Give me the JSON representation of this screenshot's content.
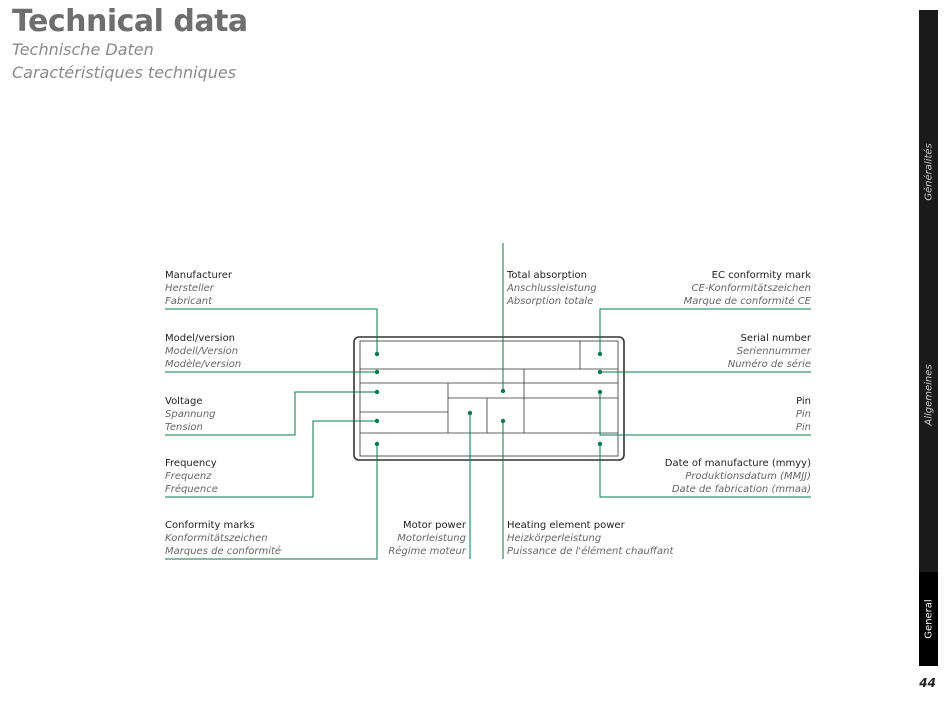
{
  "header": {
    "title": "Technical data",
    "subtitle_de": "Technische Daten",
    "subtitle_fr": "Caractéristiques techniques"
  },
  "sidebar": {
    "tabs": [
      {
        "label": "Généralités",
        "active": false
      },
      {
        "label": "Allgemeines",
        "active": false
      },
      {
        "label": "General",
        "active": true
      }
    ]
  },
  "page_number": "44",
  "colors": {
    "accent": "#0a7a4e",
    "text": "#222222",
    "muted": "#666666",
    "plate": "#333333"
  },
  "labels": {
    "manufacturer": [
      "Manufacturer",
      "Hersteller",
      "Fabricant"
    ],
    "model": [
      "Model/version",
      "Modell/Version",
      "Modèle/version"
    ],
    "voltage": [
      "Voltage",
      "Spannung",
      "Tension"
    ],
    "frequency": [
      "Frequency",
      "Frequenz",
      "Fréquence"
    ],
    "conformity": [
      "Conformity marks",
      "Konformitätszeichen",
      "Marques de conformité"
    ],
    "total_absorption": [
      "Total absorption",
      "Anschlussleistung",
      "Absorption totale"
    ],
    "motor_power": [
      "Motor power",
      "Motorleistung",
      "Régime moteur"
    ],
    "heating_power": [
      "Heating element power",
      "Heizkörperleistung",
      "Puissance de l'élément chauffant"
    ],
    "ec_mark": [
      "EC conformity mark",
      "CE-Konformitätszeichen",
      "Marque de conformité CE"
    ],
    "serial": [
      "Serial number",
      "Seriennummer",
      "Numéro de série"
    ],
    "pin": [
      "Pin",
      "Pin",
      "Pin"
    ],
    "date": [
      "Date of manufacture (mmyy)",
      "Produktionsdatum (MMJJ)",
      "Date de fabrication (mmaa)"
    ]
  }
}
